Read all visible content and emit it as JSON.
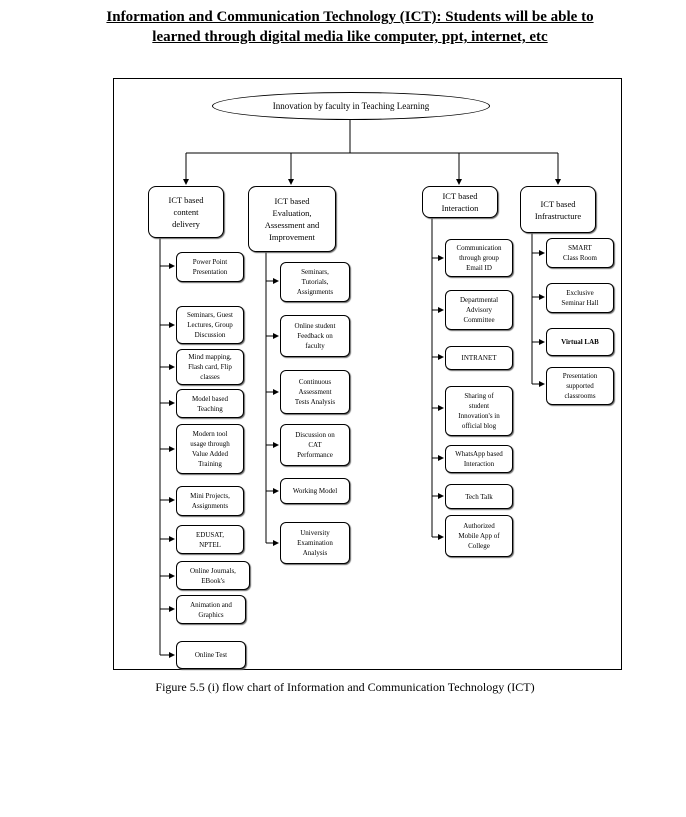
{
  "title_line1": "Information and Communication Technology (ICT): Students will be able to",
  "title_line2": "learned through digital media like computer, ppt, internet, etc",
  "root": "Innovation by faculty in Teaching Learning",
  "headers": {
    "content": "ICT based\ncontent\ndelivery",
    "evaluation": "ICT based\nEvaluation,\nAssessment and\nImprovement",
    "interaction": "ICT based\nInteraction",
    "infrastructure": "ICT based\nInfrastructure"
  },
  "content": [
    "Power Point\nPresentation",
    "Seminars, Guest\nLectures, Group\nDiscussion",
    "Mind mapping,\nFlash card, Flip\nclasses",
    "Model based\nTeaching",
    "Modern tool\nusage through\nValue Added\nTraining",
    "Mini Projects,\nAssignments",
    "EDUSAT,\nNPTEL",
    "Online Journals,\nEBook's",
    "Animation and\nGraphics",
    "Online Test"
  ],
  "evaluation": [
    "Seminars,\nTutorials,\nAssignments",
    "Online student\nFeedback on\nfaculty",
    "Continuous\nAssessment\nTests Analysis",
    "Discussion on\nCAT\nPerformance",
    "Working Model",
    "University\nExamination\nAnalysis"
  ],
  "interaction": [
    "Communication\nthrough group\nEmail ID",
    "Departmental\nAdvisory\nCommittee",
    "INTRANET",
    "Sharing of\nstudent\nInnovation's in\nofficial blog",
    "WhatsApp based\nInteraction",
    "Tech Talk",
    "Authorized\nMobile App of\nCollege"
  ],
  "infrastructure": [
    "SMART\nClass Room",
    "Exclusive\nSeminar Hall",
    "Virtual LAB",
    "Presentation\nsupported\nclassrooms"
  ],
  "caption": "Figure 5.5 (i) flow chart of Information and Communication Technology (ICT)"
}
